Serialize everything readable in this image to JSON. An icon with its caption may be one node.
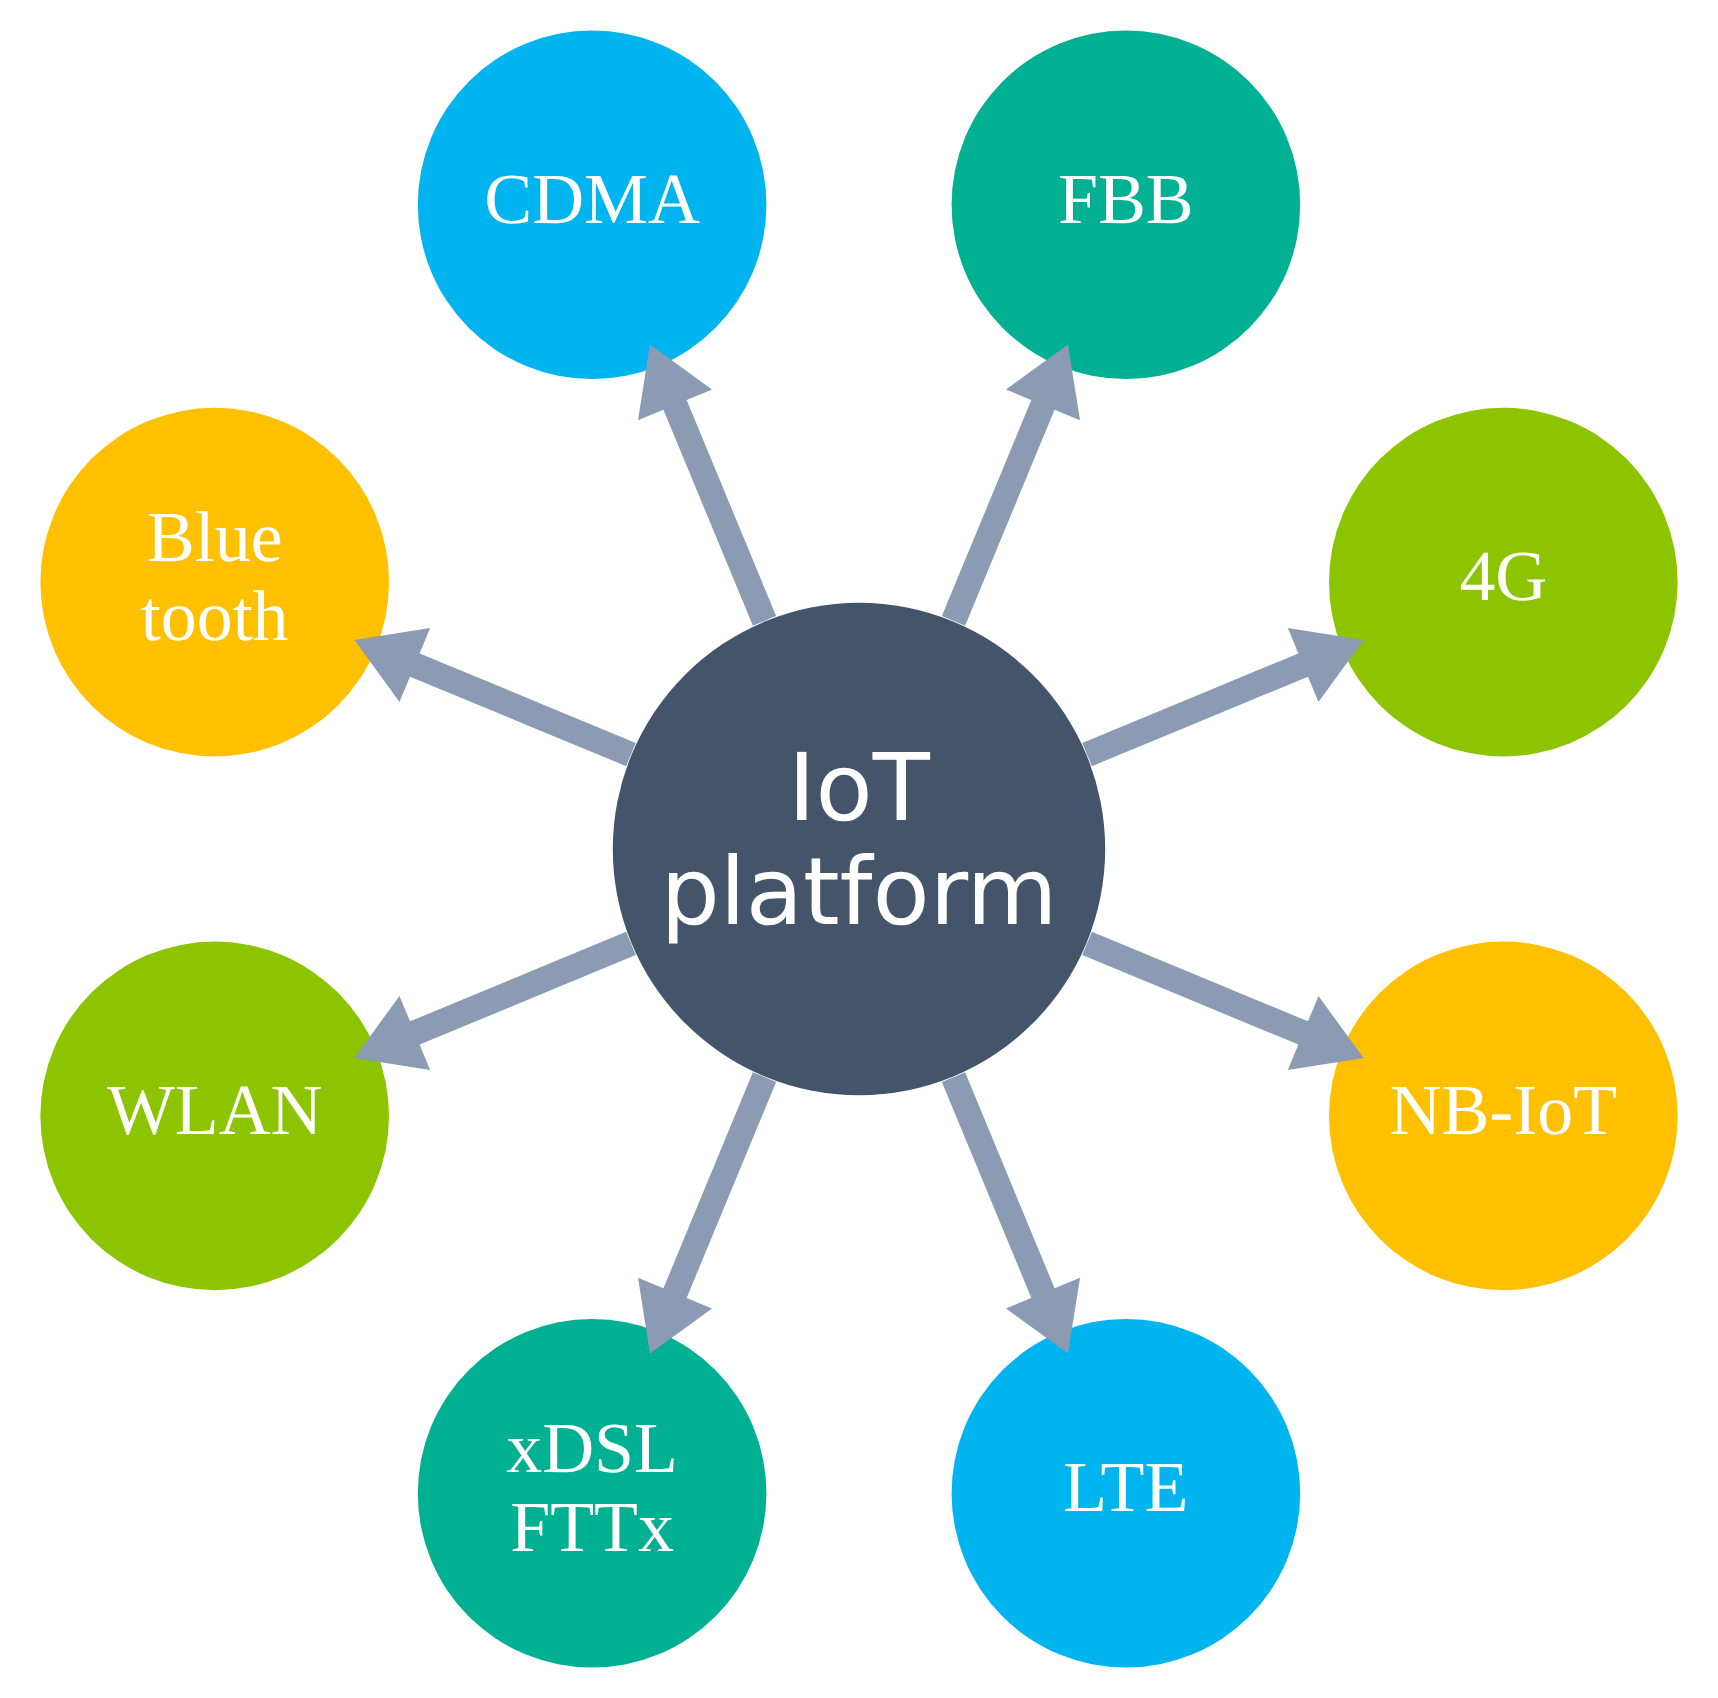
{
  "diagram": {
    "nodes": [
      {
        "text": [
          "IoT platform"
        ]
      },
      {
        "text": [
          "4G"
        ]
      },
      {
        "text": [
          "FBB"
        ]
      },
      {
        "text": [
          "CDMA"
        ]
      },
      {
        "text": [
          "Blue tooth"
        ]
      },
      {
        "text": [
          "WLAN"
        ]
      },
      {
        "text": [
          "xDSL FTTx"
        ]
      },
      {
        "text": [
          "LTE"
        ]
      },
      {
        "text": [
          "NB-IoT"
        ]
      }
    ],
    "edges": [
      {
        "from": 0,
        "to": 1,
        "arrow": "to"
      },
      {
        "from": 0,
        "to": 2,
        "arrow": "to"
      },
      {
        "from": 0,
        "to": 3,
        "arrow": "to"
      },
      {
        "from": 0,
        "to": 4,
        "arrow": "to"
      },
      {
        "from": 0,
        "to": 5,
        "arrow": "to"
      },
      {
        "from": 0,
        "to": 6,
        "arrow": "to"
      },
      {
        "from": 0,
        "to": 7,
        "arrow": "to"
      },
      {
        "from": 0,
        "to": 8,
        "arrow": "to"
      }
    ]
  }
}
